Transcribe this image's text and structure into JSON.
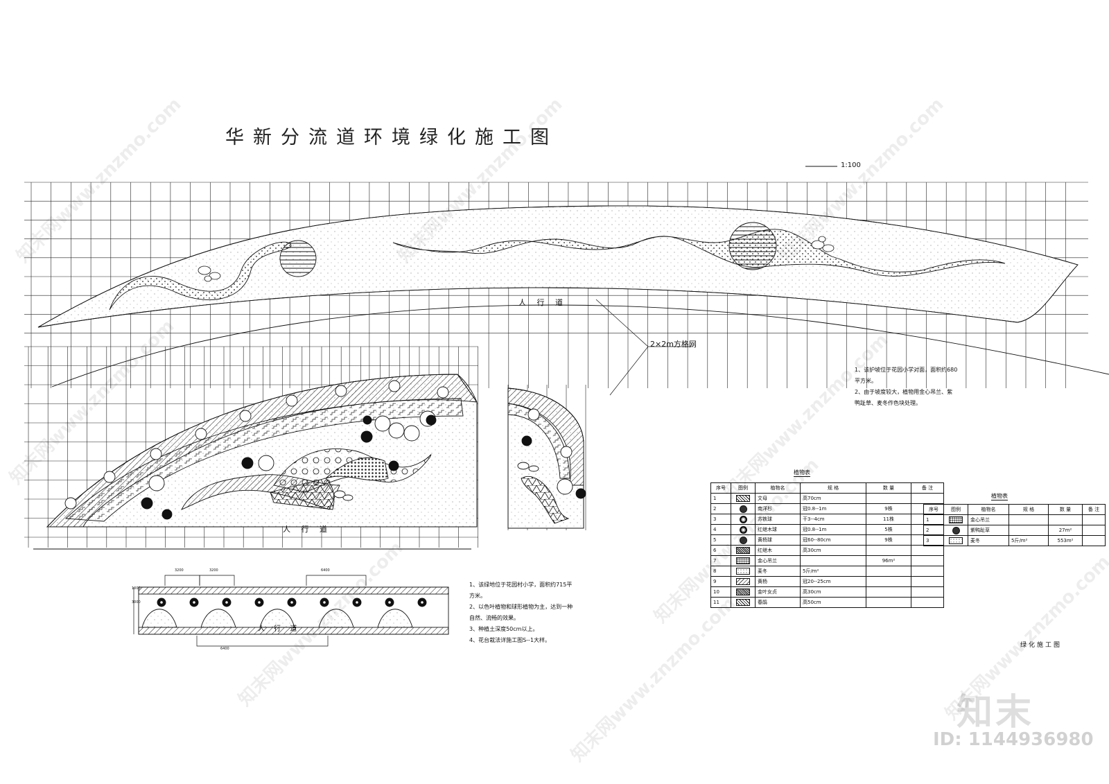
{
  "title": "华新分流道环境绿化施工图",
  "scale": "1:100",
  "road_label": "人 行 道",
  "grid_label": "2×2m方格网",
  "dim_labels": [
    "3200",
    "3200",
    "6400",
    "6400",
    "1000",
    "3000"
  ],
  "notes_upper": [
    "1、该护坡位于花园小学对面，面积约680",
    "    平方米。",
    "2、由于坡度较大，植物用金心吊兰、紫",
    "    鸭趾草、麦冬作色块处理。"
  ],
  "notes_lower": [
    "1、该绿地位于花园村小学，面积约715平",
    "    方米。",
    "2、以色叶植物和球形植物为主，达到一种",
    "    自然、流畅的效果。",
    "3、种植土深度50cm以上。",
    "4、花台栽法详施工图S--1大样。"
  ],
  "table1": {
    "caption": "植物表",
    "headers": [
      "序号",
      "图例",
      "植物名",
      "规 格",
      "数 量",
      "备 注"
    ],
    "rows": [
      {
        "no": "1",
        "symbol": "hatch-icon",
        "name": "文母",
        "spec": "高70cm",
        "qty": "",
        "note": ""
      },
      {
        "no": "2",
        "symbol": "circle-dark-icon",
        "name": "南洋杉",
        "spec": "冠0.8--1m",
        "qty": "9株",
        "note": ""
      },
      {
        "no": "3",
        "symbol": "circle-star-icon",
        "name": "苏铁球",
        "spec": "干3--4cm",
        "qty": "11株",
        "note": ""
      },
      {
        "no": "4",
        "symbol": "circle-star-icon",
        "name": "红继木球",
        "spec": "冠0.8--1m",
        "qty": "5株",
        "note": ""
      },
      {
        "no": "5",
        "symbol": "circle-dark-icon",
        "name": "黄杨球",
        "spec": "冠60--80cm",
        "qty": "9株",
        "note": ""
      },
      {
        "no": "6",
        "symbol": "dense-pattern-icon",
        "name": "红继木",
        "spec": "高30cm",
        "qty": "",
        "note": ""
      },
      {
        "no": "7",
        "symbol": "dots-pattern-icon",
        "name": "金心吊兰",
        "spec": "",
        "qty": "96m²",
        "note": ""
      },
      {
        "no": "8",
        "symbol": "light-dots-icon",
        "name": "麦冬",
        "spec": "5斤/m²",
        "qty": "",
        "note": ""
      },
      {
        "no": "9",
        "symbol": "wave-pattern-icon",
        "name": "黄杨",
        "spec": "冠20--25cm",
        "qty": "",
        "note": ""
      },
      {
        "no": "10",
        "symbol": "dense-pattern-icon",
        "name": "金叶女贞",
        "spec": "高30cm",
        "qty": "",
        "note": ""
      },
      {
        "no": "11",
        "symbol": "hatch-icon",
        "name": "春鹃",
        "spec": "高50cm",
        "qty": "",
        "note": ""
      }
    ]
  },
  "table2": {
    "caption": "植物表",
    "headers": [
      "序号",
      "图例",
      "植物名",
      "规 格",
      "数 量",
      "备 注"
    ],
    "rows": [
      {
        "no": "1",
        "symbol": "dots-pattern-icon",
        "name": "金心吊兰",
        "spec": "",
        "qty": "",
        "note": ""
      },
      {
        "no": "2",
        "symbol": "circle-dark-icon",
        "name": "紫鸭趾草",
        "spec": "",
        "qty": "27m²",
        "note": ""
      },
      {
        "no": "3",
        "symbol": "light-dots-icon",
        "name": "麦冬",
        "spec": "5斤/m²",
        "qty": "553m²",
        "note": ""
      }
    ]
  },
  "footer_label": "绿化施工图",
  "watermark_text": "知末网www.znzmo.com",
  "brand_mark": "知末",
  "id_label": "ID: 1144936980"
}
